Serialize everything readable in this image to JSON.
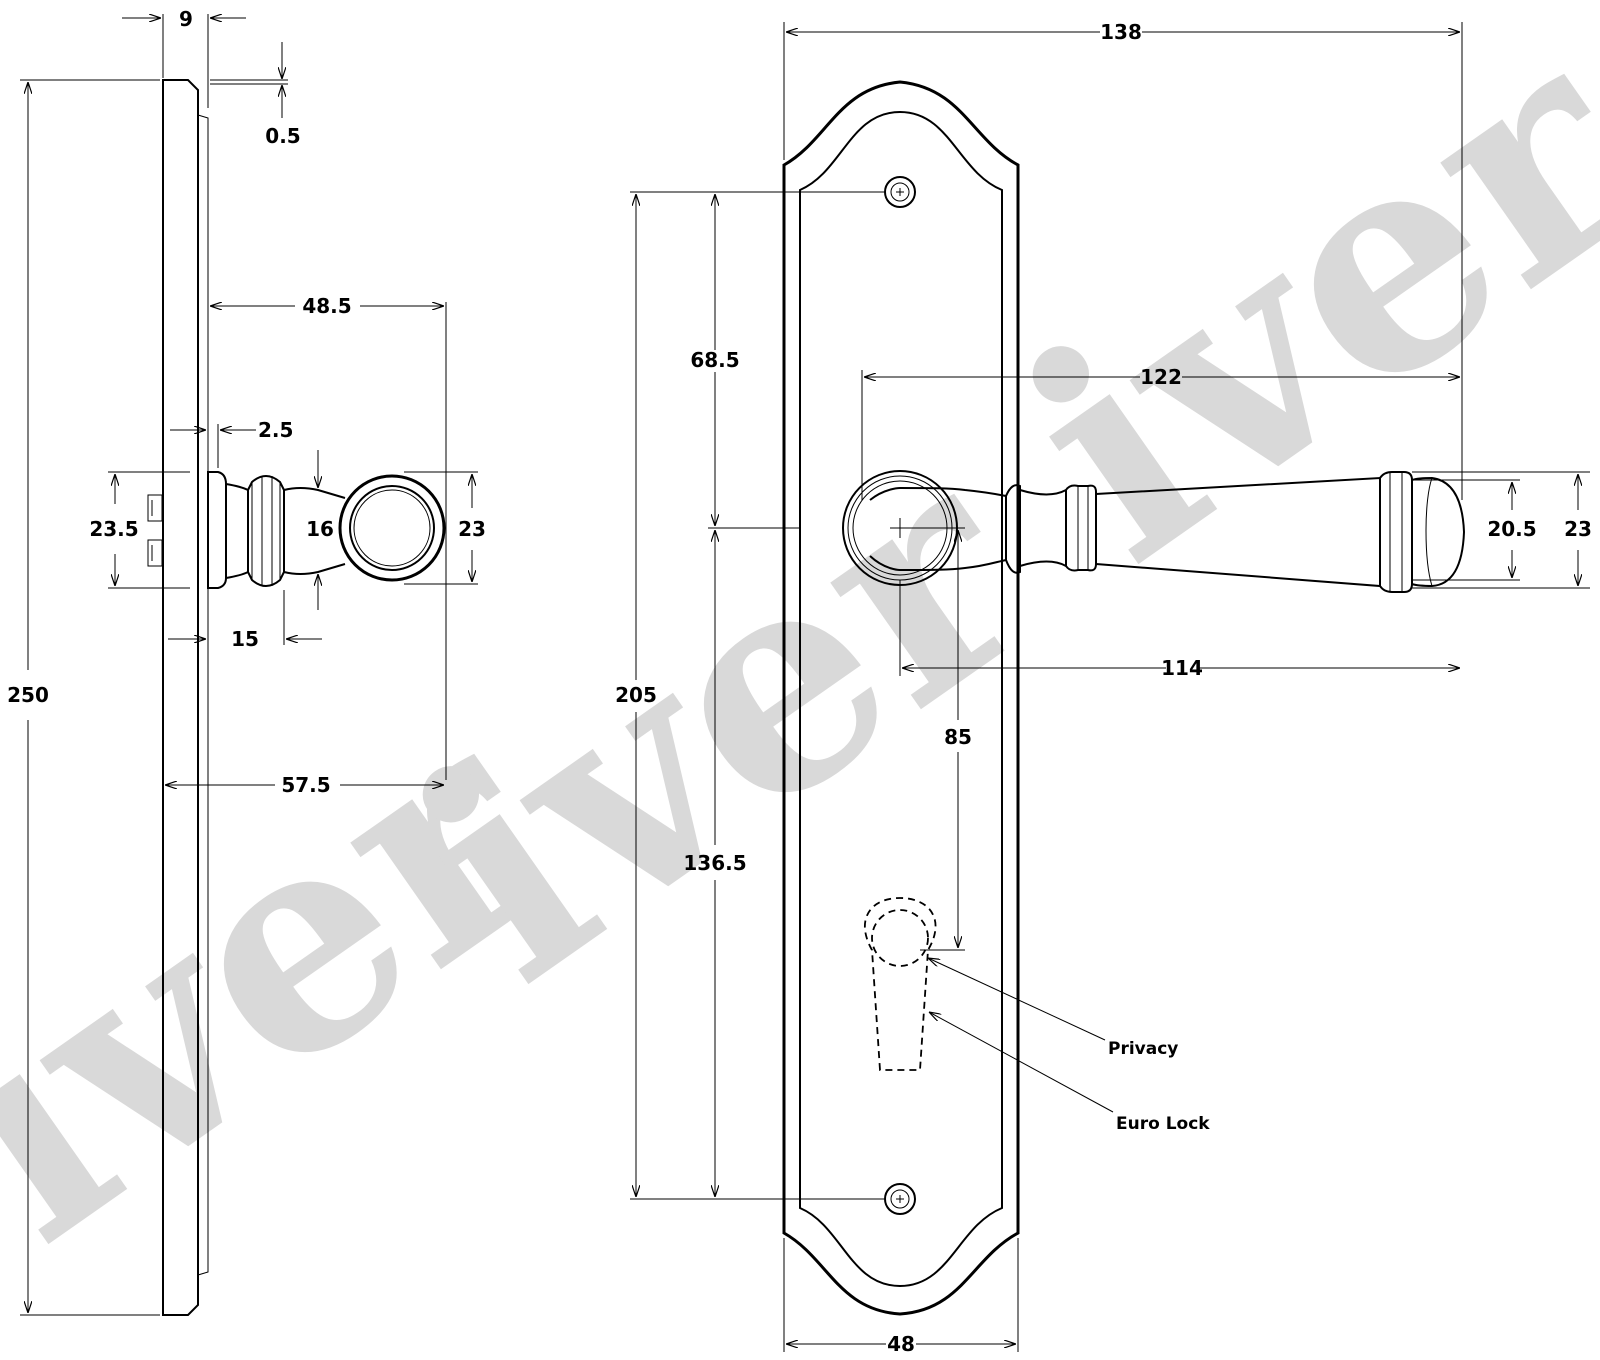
{
  "watermark": {
    "text": "iver",
    "color": "#d9d9d9"
  },
  "side_view": {
    "dims": {
      "depth": "9",
      "offset": "0.5",
      "lever_proj": "48.5",
      "rose_gap": "2.5",
      "rose_height": "23.5",
      "neck": "16",
      "grip": "23",
      "collar": "15",
      "total_proj": "57.5",
      "plate_height": "250"
    }
  },
  "front_view": {
    "dims": {
      "plate_width": "138",
      "lever_length": "122",
      "to_spindle": "68.5",
      "fix_centres": "205",
      "lever_reach": "114",
      "lever_tip": "20.5",
      "lever_grip": "23",
      "centres": "85",
      "to_bottom_fix": "136.5",
      "base_width": "48"
    },
    "callouts": {
      "privacy": "Privacy",
      "euro": "Euro Lock"
    }
  },
  "colors": {
    "line": "#000000",
    "background": "#ffffff"
  }
}
